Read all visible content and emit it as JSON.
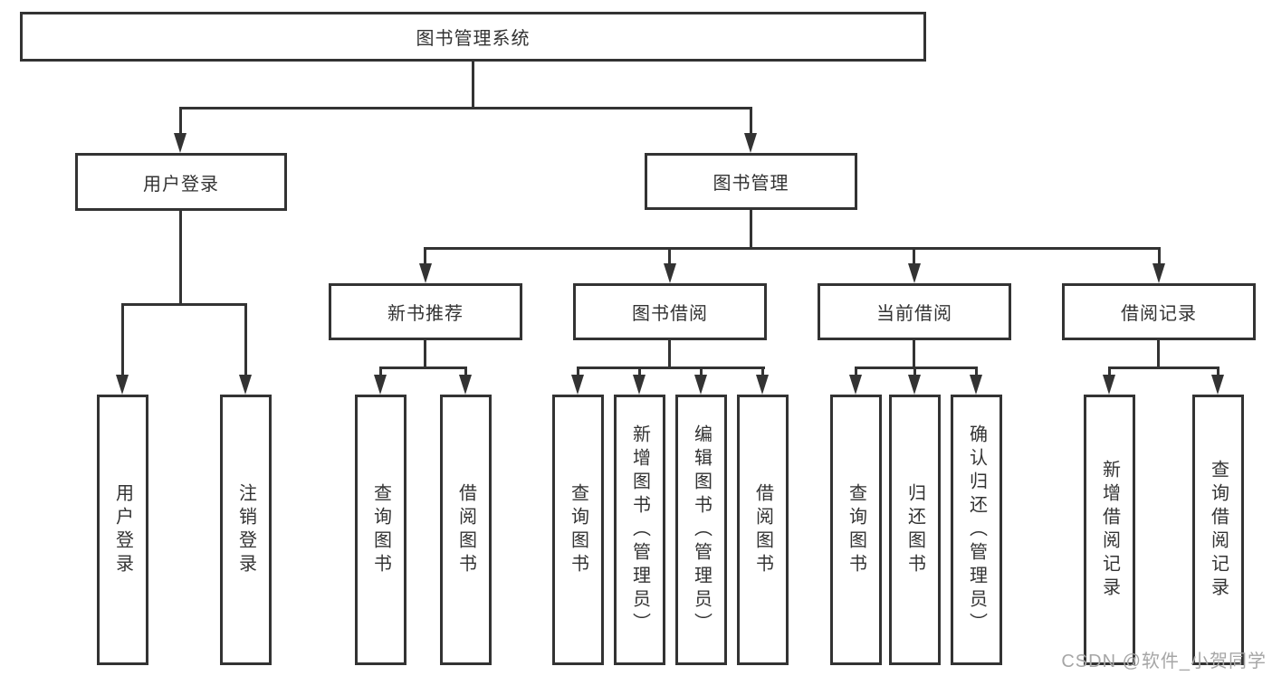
{
  "tree": {
    "root": {
      "label": "图书管理系统"
    },
    "branches": [
      {
        "label": "用户登录",
        "leaves": [
          {
            "label": "用户登录"
          },
          {
            "label": "注销登录"
          }
        ]
      },
      {
        "label": "图书管理",
        "groups": [
          {
            "label": "新书推荐",
            "leaves": [
              {
                "label": "查询图书"
              },
              {
                "label": "借阅图书"
              }
            ]
          },
          {
            "label": "图书借阅",
            "leaves": [
              {
                "label": "查询图书"
              },
              {
                "label": "新增图书（管理员）"
              },
              {
                "label": "编辑图书（管理员）"
              },
              {
                "label": "借阅图书"
              }
            ]
          },
          {
            "label": "当前借阅",
            "leaves": [
              {
                "label": "查询图书"
              },
              {
                "label": "归还图书"
              },
              {
                "label": "确认归还（管理员）"
              }
            ]
          },
          {
            "label": "借阅记录",
            "leaves": [
              {
                "label": "新增借阅记录"
              },
              {
                "label": "查询借阅记录"
              }
            ]
          }
        ]
      }
    ]
  },
  "watermark": "CSDN @软件_小贺同学",
  "colors": {
    "line": "#333333",
    "box_border": "#333333",
    "box_fill": "#ffffff",
    "text": "#333333",
    "watermark": "#a6a6a6"
  }
}
